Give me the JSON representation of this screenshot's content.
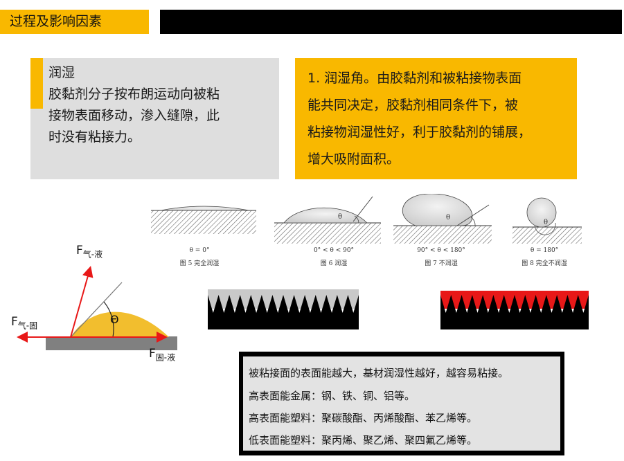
{
  "header": {
    "title": "过程及影响因素"
  },
  "wetting_box": {
    "heading": "润湿",
    "lines": [
      "胶黏剂分子按布朗运动向被粘",
      "接物表面移动，渗入缝隙，此",
      "时没有粘接力。"
    ]
  },
  "contact_angle_box": {
    "lines": [
      "1. 润湿角。由胶黏剂和被粘接物表面",
      "能共同决定，胶黏剂相同条件下，被",
      "粘接物润湿性好，利于胶黏剂的铺展，",
      "增大吸附面积。"
    ]
  },
  "figures": [
    {
      "angle": "θ = 0°",
      "caption": "图 5  完全润湿"
    },
    {
      "angle": "0° < θ < 90°",
      "caption": "图 6  润湿"
    },
    {
      "angle": "90° < θ < 180°",
      "caption": "图 7  不润湿"
    },
    {
      "angle": "θ = 180°",
      "caption": "图 8  完全不润湿"
    }
  ],
  "droplet_labels": {
    "theta": "θ",
    "theta_symbol": "Θ"
  },
  "forces": {
    "gas_liquid": {
      "F": "F",
      "sub": "气-液"
    },
    "gas_solid": {
      "F": "F",
      "sub": "气-固"
    },
    "solid_liquid": {
      "F": "F",
      "sub": "固-液"
    }
  },
  "note": {
    "lines": [
      "被粘接面的表面能越大，基材润湿性越好，越容易粘接。",
      "高表面能金属：钢、铁、铜、铝等。",
      "高表面能塑料：聚碳酸酯、丙烯酸酯、苯乙烯等。",
      "低表面能塑料：聚丙烯、聚乙烯、聚四氟乙烯等。"
    ]
  },
  "colors": {
    "accent": "#f9b800",
    "black": "#000000",
    "grey_box": "#dedede",
    "droplet_yellow": "#f2be2e",
    "red": "#e81818",
    "surface_grey": "#808080",
    "filler_grey": "#c9c9c9"
  }
}
